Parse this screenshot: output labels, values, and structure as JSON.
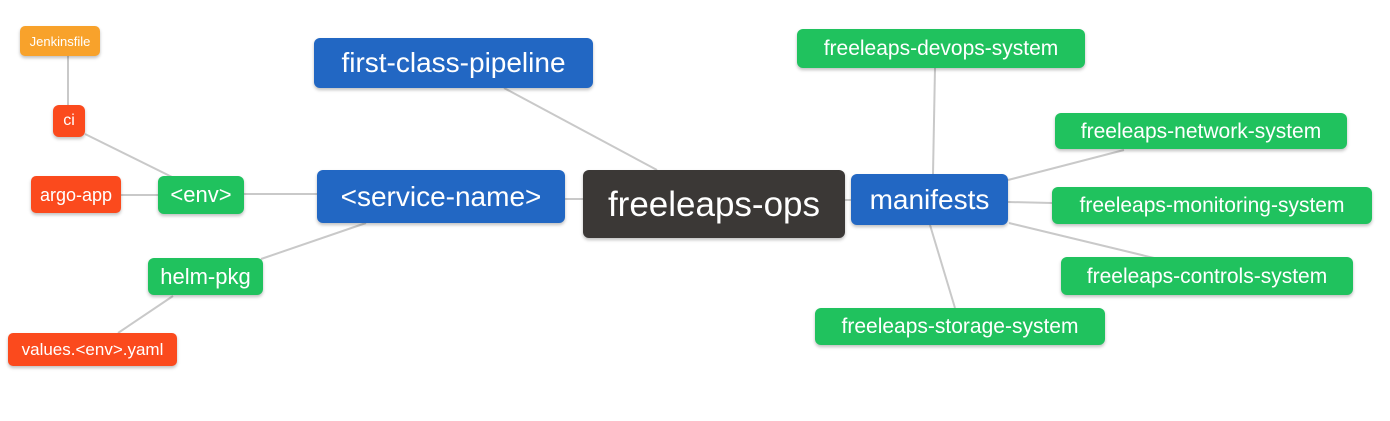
{
  "diagram": {
    "type": "mindmap",
    "palette": {
      "root_bg": "#3b3836",
      "branch_blue_bg": "#2267c3",
      "leaf_green_bg": "#20c25e",
      "leaf_red_bg": "#fb4a1d",
      "leaf_orange_bg": "#f8a22b",
      "edge_color": "#c9c9c9",
      "text_color": "#ffffff",
      "background": "#ffffff"
    },
    "nodes": {
      "root": {
        "label": "freeleaps-ops",
        "color": "#3b3836"
      },
      "first_class_pipeline": {
        "label": "first-class-pipeline",
        "color": "#2267c3"
      },
      "service_name": {
        "label": "<service-name>",
        "color": "#2267c3"
      },
      "manifests": {
        "label": "manifests",
        "color": "#2267c3"
      },
      "env": {
        "label": "<env>",
        "color": "#20c25e"
      },
      "helm_pkg": {
        "label": "helm-pkg",
        "color": "#20c25e"
      },
      "ci": {
        "label": "ci",
        "color": "#fb4a1d"
      },
      "argo_app": {
        "label": "argo-app",
        "color": "#fb4a1d"
      },
      "values_env_yaml": {
        "label": "values.<env>.yaml",
        "color": "#fb4a1d"
      },
      "jenkinsfile": {
        "label": "Jenkinsfile",
        "color": "#f8a22b"
      },
      "devops_system": {
        "label": "freeleaps-devops-system",
        "color": "#20c25e"
      },
      "network_system": {
        "label": "freeleaps-network-system",
        "color": "#20c25e"
      },
      "monitoring_system": {
        "label": "freeleaps-monitoring-system",
        "color": "#20c25e"
      },
      "controls_system": {
        "label": "freeleaps-controls-system",
        "color": "#20c25e"
      },
      "storage_system": {
        "label": "freeleaps-storage-system",
        "color": "#20c25e"
      }
    },
    "edges": [
      {
        "from": "jenkinsfile",
        "to": "ci"
      },
      {
        "from": "ci",
        "to": "env"
      },
      {
        "from": "argo_app",
        "to": "env"
      },
      {
        "from": "env",
        "to": "service_name"
      },
      {
        "from": "helm_pkg",
        "to": "service_name"
      },
      {
        "from": "values_env_yaml",
        "to": "helm_pkg"
      },
      {
        "from": "service_name",
        "to": "root"
      },
      {
        "from": "first_class_pipeline",
        "to": "root"
      },
      {
        "from": "root",
        "to": "manifests"
      },
      {
        "from": "manifests",
        "to": "devops_system"
      },
      {
        "from": "manifests",
        "to": "network_system"
      },
      {
        "from": "manifests",
        "to": "monitoring_system"
      },
      {
        "from": "manifests",
        "to": "controls_system"
      },
      {
        "from": "manifests",
        "to": "storage_system"
      }
    ]
  }
}
